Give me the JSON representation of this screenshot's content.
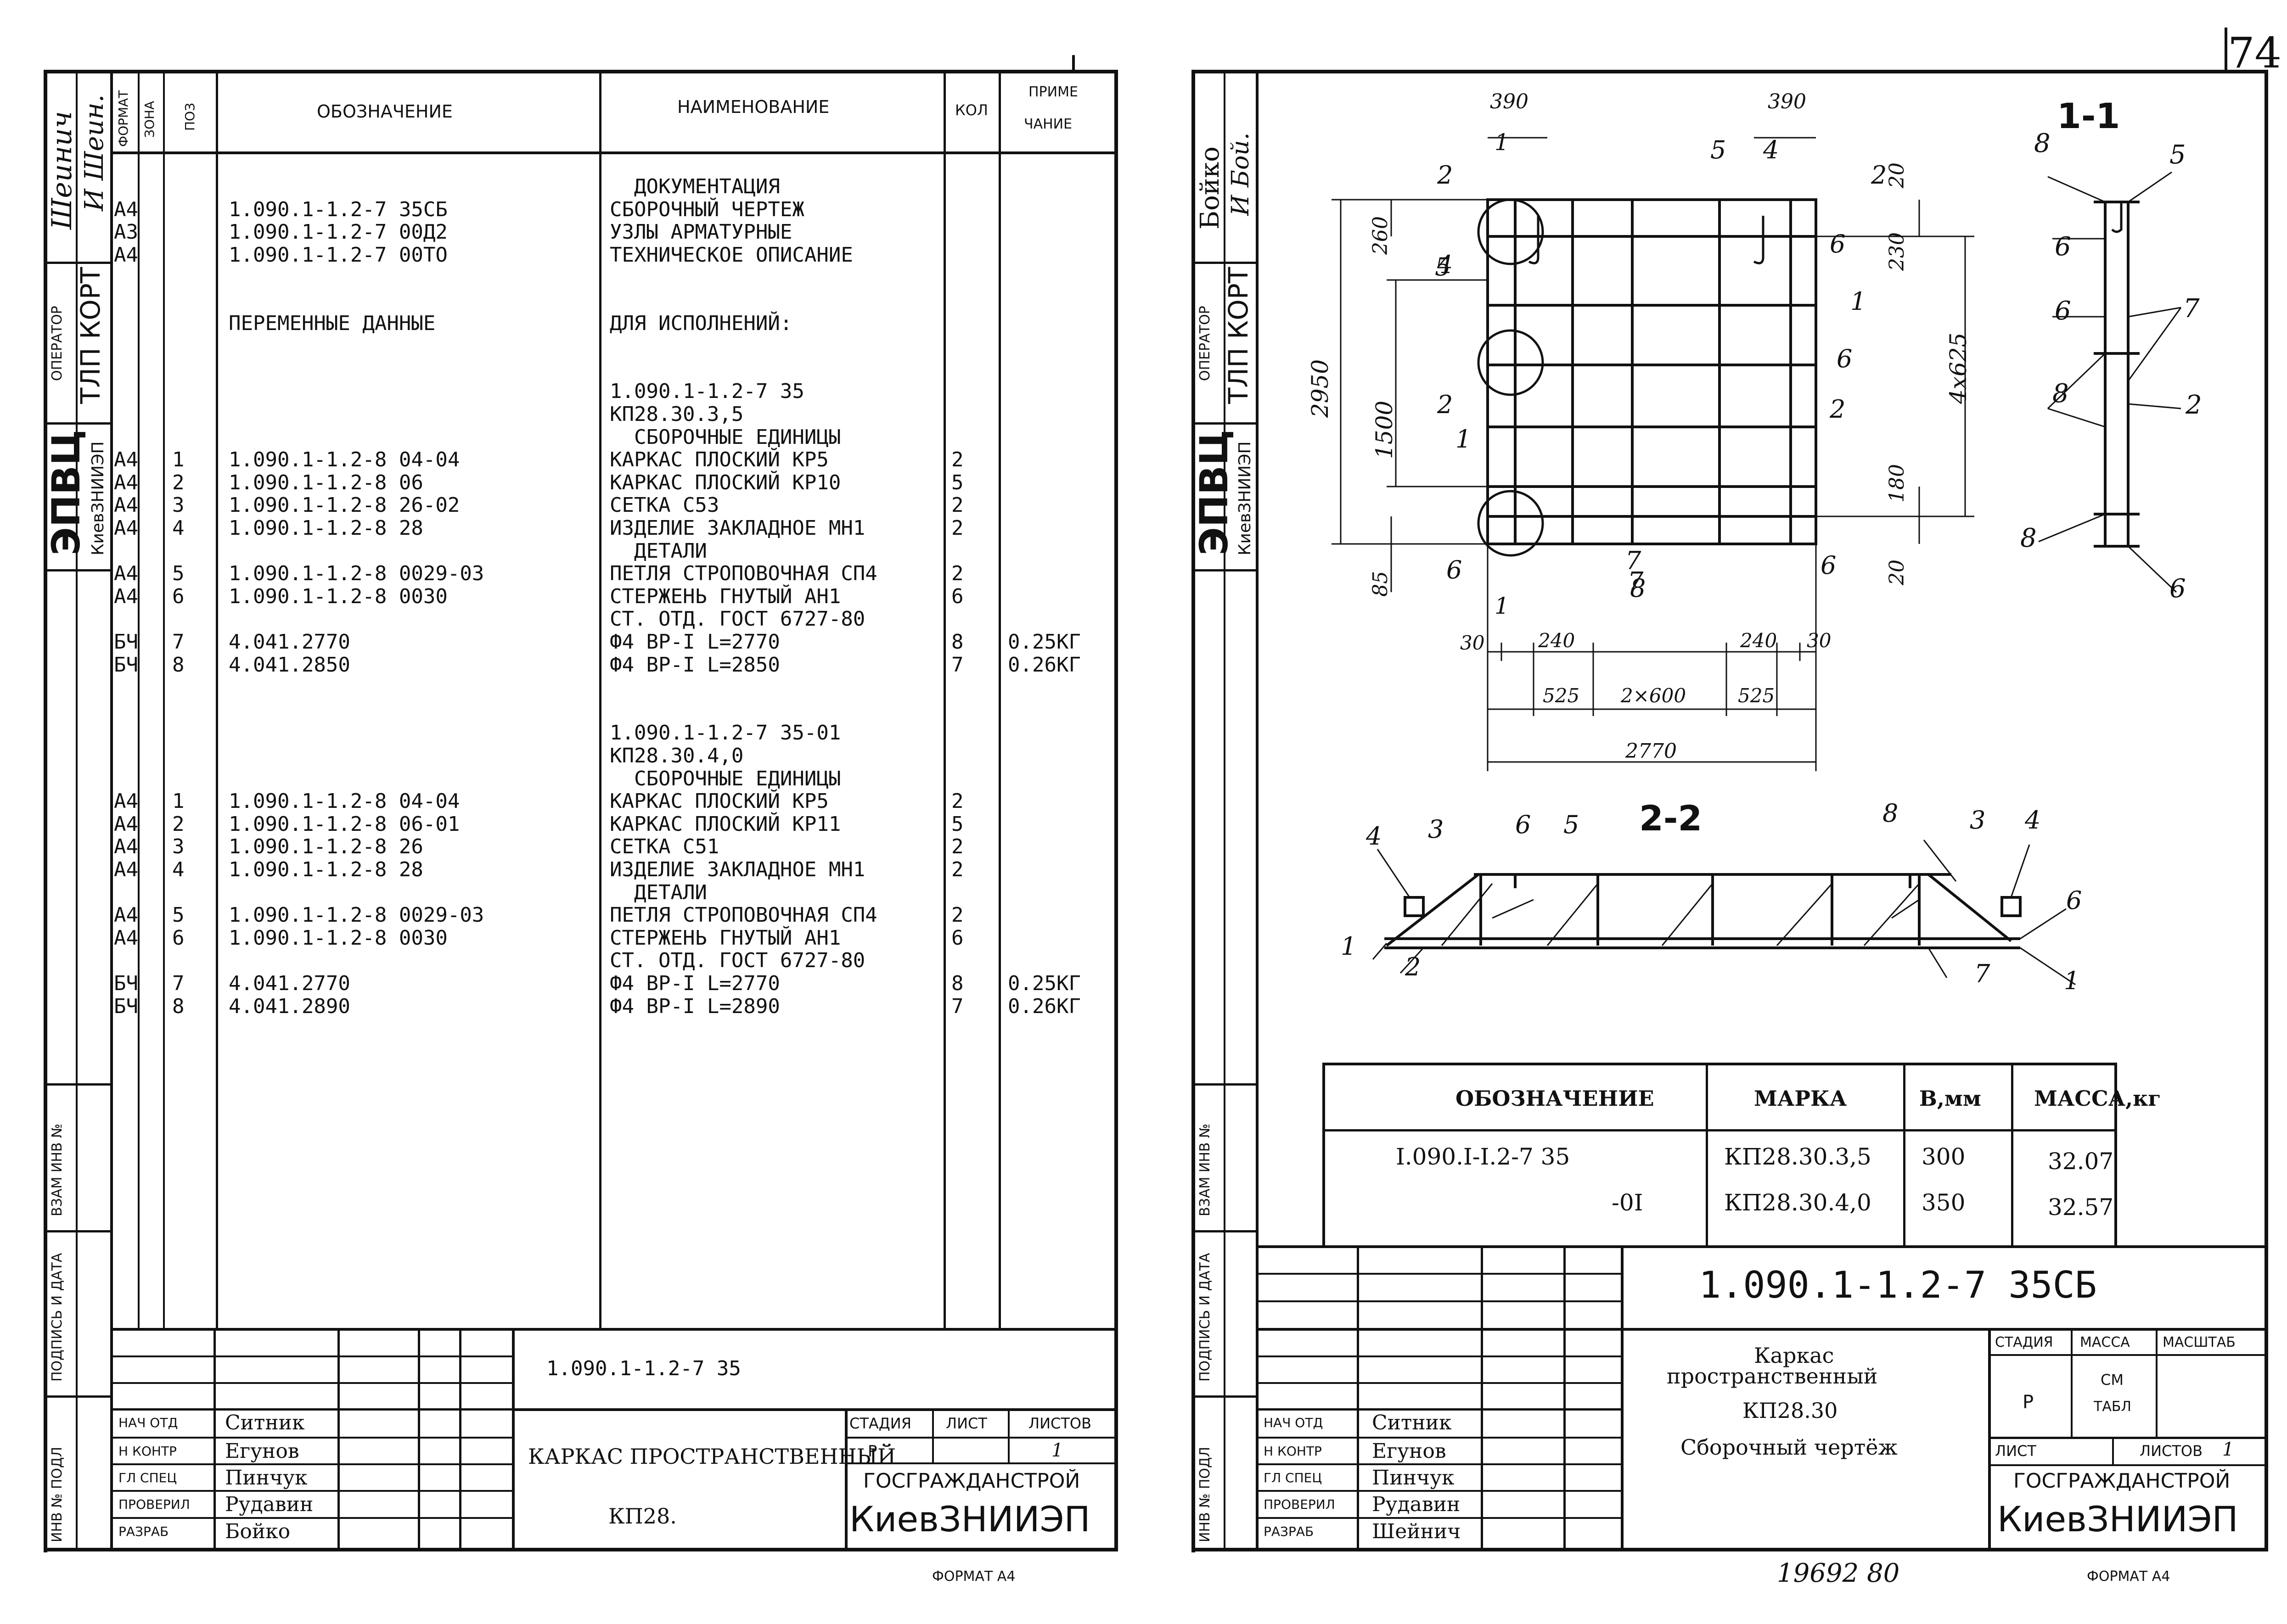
{
  "page_number": "74",
  "left": {
    "side_stamp": {
      "name1": "Шеинич",
      "operator_label": "ОПЕРАТОР",
      "operator": "ТЛП КОРТ",
      "org": "ЭПВЦ",
      "org_sub": "КиевЗНИИЭП",
      "inv_replace": "ВЗАМ ИНВ №",
      "sign_date": "ПОДПИСЬ И ДАТА",
      "inv_orig": "ИНВ № ПОДЛ"
    },
    "header": {
      "format": "ФОРМАТ",
      "zone": "ЗОНА",
      "pos": "ПОЗ",
      "designation": "ОБОЗНАЧЕНИЕ",
      "name": "НАИМЕНОВАНИЕ",
      "qty": "КОЛ",
      "note1": "ПРИМЕ",
      "note2": "ЧАНИЕ"
    },
    "rows": [
      {
        "fmt": "",
        "pos": "",
        "des": "",
        "name": "  ДОКУМЕНТАЦИЯ",
        "qty": "",
        "note": ""
      },
      {
        "fmt": "А4",
        "pos": "",
        "des": "1.090.1-1.2-7 35СБ",
        "name": "СБОРОЧНЫЙ ЧЕРТЕЖ",
        "qty": "",
        "note": ""
      },
      {
        "fmt": "А3",
        "pos": "",
        "des": "1.090.1-1.2-7 00Д2",
        "name": "УЗЛЫ АРМАТУРНЫЕ",
        "qty": "",
        "note": ""
      },
      {
        "fmt": "А4",
        "pos": "",
        "des": "1.090.1-1.2-7 00ТО",
        "name": "ТЕХНИЧЕСКОЕ ОПИСАНИЕ",
        "qty": "",
        "note": ""
      },
      {
        "fmt": "",
        "pos": "",
        "des": "",
        "name": "",
        "qty": "",
        "note": ""
      },
      {
        "fmt": "",
        "pos": "",
        "des": "",
        "name": "",
        "qty": "",
        "note": ""
      },
      {
        "fmt": "",
        "pos": "",
        "des": "       ПЕРЕМЕННЫЕ ДАННЫЕ",
        "name": "ДЛЯ ИСПОЛНЕНИЙ:",
        "qty": "",
        "note": ""
      },
      {
        "fmt": "",
        "pos": "",
        "des": "",
        "name": "",
        "qty": "",
        "note": ""
      },
      {
        "fmt": "",
        "pos": "",
        "des": "",
        "name": "",
        "qty": "",
        "note": ""
      },
      {
        "fmt": "",
        "pos": "",
        "des": "",
        "name": "1.090.1-1.2-7 35",
        "qty": "",
        "note": ""
      },
      {
        "fmt": "",
        "pos": "",
        "des": "",
        "name": "КП28.30.3,5",
        "qty": "",
        "note": ""
      },
      {
        "fmt": "",
        "pos": "",
        "des": "",
        "name": "  СБОРОЧНЫЕ ЕДИНИЦЫ",
        "qty": "",
        "note": ""
      },
      {
        "fmt": "А4",
        "pos": "1",
        "des": "1.090.1-1.2-8 04-04",
        "name": "КАРКАС ПЛОСКИЙ КР5",
        "qty": "2",
        "note": ""
      },
      {
        "fmt": "А4",
        "pos": "2",
        "des": "1.090.1-1.2-8 06",
        "name": "КАРКАС ПЛОСКИЙ КР10",
        "qty": "5",
        "note": ""
      },
      {
        "fmt": "А4",
        "pos": "3",
        "des": "1.090.1-1.2-8 26-02",
        "name": "СЕТКА С53",
        "qty": "2",
        "note": ""
      },
      {
        "fmt": "А4",
        "pos": "4",
        "des": "1.090.1-1.2-8 28",
        "name": "ИЗДЕЛИЕ ЗАКЛАДНОЕ МН1",
        "qty": "2",
        "note": ""
      },
      {
        "fmt": "",
        "pos": "",
        "des": "",
        "name": "  ДЕТАЛИ",
        "qty": "",
        "note": ""
      },
      {
        "fmt": "А4",
        "pos": "5",
        "des": "1.090.1-1.2-8 0029-03",
        "name": "ПЕТЛЯ СТРОПОВОЧНАЯ СП4",
        "qty": "2",
        "note": ""
      },
      {
        "fmt": "А4",
        "pos": "6",
        "des": "1.090.1-1.2-8 0030",
        "name": "СТЕРЖЕНЬ ГНУТЫЙ АН1",
        "qty": "6",
        "note": ""
      },
      {
        "fmt": "",
        "pos": "",
        "des": "",
        "name": "СТ. ОТД. ГОСТ 6727-80",
        "qty": "",
        "note": ""
      },
      {
        "fmt": "БЧ",
        "pos": "7",
        "des": "4.041.2770",
        "name": "Ф4 ВР-I L=2770",
        "qty": "8",
        "note": "0.25КГ"
      },
      {
        "fmt": "БЧ",
        "pos": "8",
        "des": "4.041.2850",
        "name": "Ф4 ВР-I L=2850",
        "qty": "7",
        "note": "0.26КГ"
      },
      {
        "fmt": "",
        "pos": "",
        "des": "",
        "name": "",
        "qty": "",
        "note": ""
      },
      {
        "fmt": "",
        "pos": "",
        "des": "",
        "name": "",
        "qty": "",
        "note": ""
      },
      {
        "fmt": "",
        "pos": "",
        "des": "",
        "name": "1.090.1-1.2-7 35-01",
        "qty": "",
        "note": ""
      },
      {
        "fmt": "",
        "pos": "",
        "des": "",
        "name": "КП28.30.4,0",
        "qty": "",
        "note": ""
      },
      {
        "fmt": "",
        "pos": "",
        "des": "",
        "name": "  СБОРОЧНЫЕ ЕДИНИЦЫ",
        "qty": "",
        "note": ""
      },
      {
        "fmt": "А4",
        "pos": "1",
        "des": "1.090.1-1.2-8 04-04",
        "name": "КАРКАС ПЛОСКИЙ КР5",
        "qty": "2",
        "note": ""
      },
      {
        "fmt": "А4",
        "pos": "2",
        "des": "1.090.1-1.2-8 06-01",
        "name": "КАРКАС ПЛОСКИЙ КР11",
        "qty": "5",
        "note": ""
      },
      {
        "fmt": "А4",
        "pos": "3",
        "des": "1.090.1-1.2-8 26",
        "name": "СЕТКА С51",
        "qty": "2",
        "note": ""
      },
      {
        "fmt": "А4",
        "pos": "4",
        "des": "1.090.1-1.2-8 28",
        "name": "ИЗДЕЛИЕ ЗАКЛАДНОЕ МН1",
        "qty": "2",
        "note": ""
      },
      {
        "fmt": "",
        "pos": "",
        "des": "",
        "name": "  ДЕТАЛИ",
        "qty": "",
        "note": ""
      },
      {
        "fmt": "А4",
        "pos": "5",
        "des": "1.090.1-1.2-8 0029-03",
        "name": "ПЕТЛЯ СТРОПОВОЧНАЯ СП4",
        "qty": "2",
        "note": ""
      },
      {
        "fmt": "А4",
        "pos": "6",
        "des": "1.090.1-1.2-8 0030",
        "name": "СТЕРЖЕНЬ ГНУТЫЙ АН1",
        "qty": "6",
        "note": ""
      },
      {
        "fmt": "",
        "pos": "",
        "des": "",
        "name": "СТ. ОТД. ГОСТ 6727-80",
        "qty": "",
        "note": ""
      },
      {
        "fmt": "БЧ",
        "pos": "7",
        "des": "4.041.2770",
        "name": "Ф4 ВР-I L=2770",
        "qty": "8",
        "note": "0.25КГ"
      },
      {
        "fmt": "БЧ",
        "pos": "8",
        "des": "4.041.2890",
        "name": "Ф4 ВР-I L=2890",
        "qty": "7",
        "note": "0.26КГ"
      }
    ],
    "title_block": {
      "code": "1.090.1-1.2-7 35",
      "title": "КАРКАС  ПРОСТРАНСТВЕННЫЙ",
      "subtitle": "КП28.",
      "roles": [
        {
          "role": "НАЧ ОТД",
          "name": "Ситник"
        },
        {
          "role": "Н КОНТР",
          "name": "Егунов"
        },
        {
          "role": "ГЛ СПЕЦ",
          "name": "Пинчук"
        },
        {
          "role": "ПРОВЕРИЛ",
          "name": "Рудавин"
        },
        {
          "role": "РАЗРАБ",
          "name": "Бойко"
        }
      ],
      "stage_label": "СТАДИЯ",
      "sheet_label": "ЛИСТ",
      "sheets_label": "ЛИСТОВ",
      "stage": "Р",
      "sheets": "1",
      "org1": "ГОСГРАЖДАНСТРОЙ",
      "org2": "КиевЗНИИЭП",
      "format": "ФОРМАТ А4"
    }
  },
  "right": {
    "side_stamp": {
      "name1": "Бойко",
      "operator_label": "ОПЕРАТОР",
      "operator": "ТЛП КОРТ",
      "org": "ЭПВЦ",
      "org_sub": "КиевЗНИИЭП",
      "inv_replace": "ВЗАМ ИНВ №",
      "sign_date": "ПОДПИСЬ И ДАТА",
      "inv_orig": "ИНВ № ПОДЛ"
    },
    "drawing": {
      "plan_dims": {
        "top_left": "390",
        "top_right": "390",
        "left_overall": "2950",
        "left_inner": "1500",
        "left_top": "260",
        "left_bottom": "85",
        "right_overall": "4x625",
        "right_top": "230",
        "right_bottom": "180",
        "right_bottom_small": "20",
        "right_top_small": "20",
        "bottom_30_left": "30",
        "bottom_240_left": "240",
        "bottom_240_right": "240",
        "bottom_30_right": "30",
        "bottom_525_left": "525",
        "bottom_2x600": "2×600",
        "bottom_525_right": "525",
        "bottom_overall": "2770"
      },
      "section_marks": {
        "s1": "1",
        "s2": "2",
        "s1b": "1",
        "s2b": "2"
      },
      "callouts_plan": [
        "5",
        "4",
        "6",
        "1",
        "6",
        "2",
        "5",
        "4",
        "7",
        "1",
        "6",
        "7",
        "8",
        "6",
        "2"
      ],
      "section_1_title": "1-1",
      "callouts_s1": [
        "8",
        "5",
        "6",
        "6",
        "7",
        "8",
        "2",
        "8",
        "6"
      ],
      "section_2_title": "2-2",
      "callouts_s2": [
        "4",
        "3",
        "6",
        "5",
        "8",
        "3",
        "4",
        "6",
        "1",
        "2",
        "7",
        "1"
      ]
    },
    "table": {
      "headers": [
        "ОБОЗНАЧЕНИЕ",
        "МАРКА",
        "B,мм",
        "МАССА,кг"
      ],
      "rows": [
        [
          "I.090.I-I.2-7 35",
          "КП28.30.3,5",
          "300",
          "32.07"
        ],
        [
          "-0I",
          "КП28.30.4,0",
          "350",
          "32.57"
        ]
      ]
    },
    "title_block": {
      "code": "1.090.1-1.2-7  35СБ",
      "title1": "Каркас",
      "title2": "пространственный",
      "title3": "КП28.30",
      "title4": "Сборочный  чертёж",
      "roles": [
        {
          "role": "НАЧ ОТД",
          "name": "Ситник"
        },
        {
          "role": "Н КОНТР",
          "name": "Егунов"
        },
        {
          "role": "ГЛ СПЕЦ",
          "name": "Пинчук"
        },
        {
          "role": "ПРОВЕРИЛ",
          "name": "Рудавин"
        },
        {
          "role": "РАЗРАБ",
          "name": "Шейнич"
        }
      ],
      "stage_label": "СТАДИЯ",
      "mass_label": "МАССА",
      "scale_label": "МАСШТАБ",
      "stage": "Р",
      "mass1": "СМ",
      "mass2": "ТАБЛ",
      "sheet_label": "ЛИСТ",
      "sheets_label": "ЛИСТОВ",
      "sheets": "1",
      "org1": "ГОСГРАЖДАНСТРОЙ",
      "org2": "КиевЗНИИЭП",
      "bottom_num": "19692  80",
      "format": "ФОРМАТ А4"
    }
  }
}
